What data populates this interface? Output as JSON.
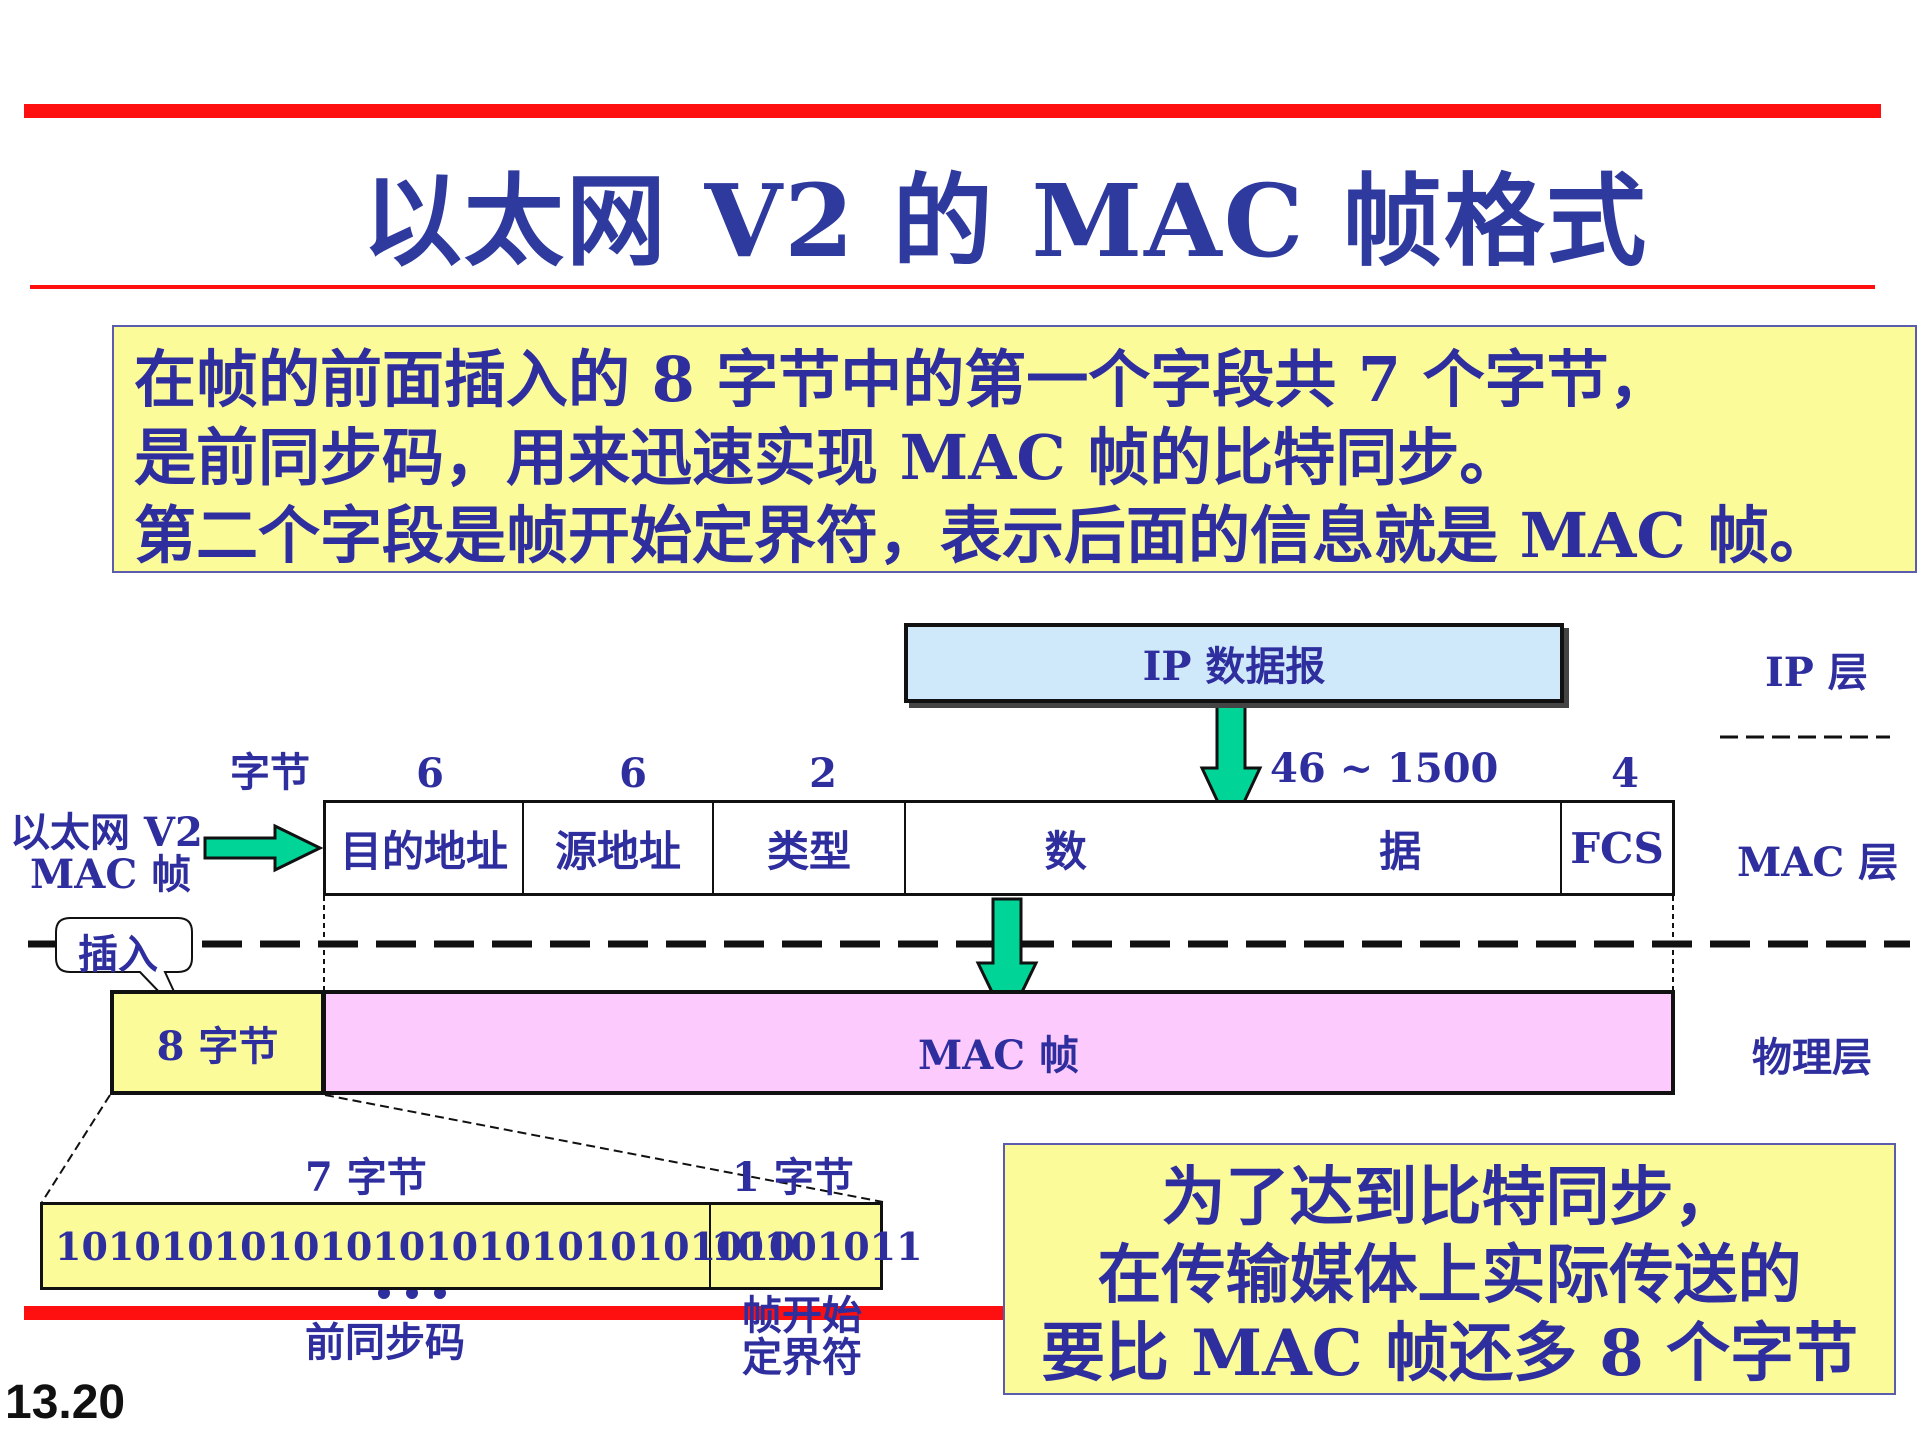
{
  "title": "以太网  V2  的  MAC  帧格式",
  "info_lines": [
    "在帧的前面插入的  8  字节中的第一个字段共  7  个字节，",
    "是前同步码，用来迅速实现  MAC  帧的比特同步。",
    "第二个字段是帧开始定界符，表示后面的信息就是 MAC  帧。"
  ],
  "ip_datagram": "IP  数据报",
  "layers": {
    "ip": "IP  层",
    "mac": "MAC  层",
    "phy": "物理层"
  },
  "bytes_label": "字节",
  "frame_label": {
    "line1": "以太网  V2",
    "line2": "MAC  帧"
  },
  "fields": [
    {
      "label": "目的地址",
      "bytes": "6"
    },
    {
      "label": "源地址",
      "bytes": "6"
    },
    {
      "label": "类型",
      "bytes": "2"
    },
    {
      "label": "数                    据",
      "bytes": "46 ~ 1500"
    },
    {
      "label": "FCS",
      "bytes": "4"
    }
  ],
  "insert_label": "插入",
  "preamble_box": "8  字节",
  "mac_frame": "MAC  帧",
  "preamble_bytes": "7  字节",
  "sfd_bytes": "1  字节",
  "bits_left": "10101010101010",
  "bits_right": "10101010101010",
  "bits_sfd": "10101011",
  "ellipsis": "• • •",
  "preamble_name": "前同步码",
  "sfd_name": {
    "line1": "帧开始",
    "line2": "定界符"
  },
  "note_lines": [
    "为了达到比特同步，",
    "在传输媒体上实际传送的",
    "要比  MAC  帧还多  8  个字节"
  ],
  "slide_number": "13.20",
  "colors": {
    "red_rule": "#ff1010",
    "text": "#2e2e9e",
    "yellow": "#fbfb9a",
    "pink": "#fccafc",
    "light_blue": "#cfe9fb",
    "arrow": "#00d496"
  }
}
